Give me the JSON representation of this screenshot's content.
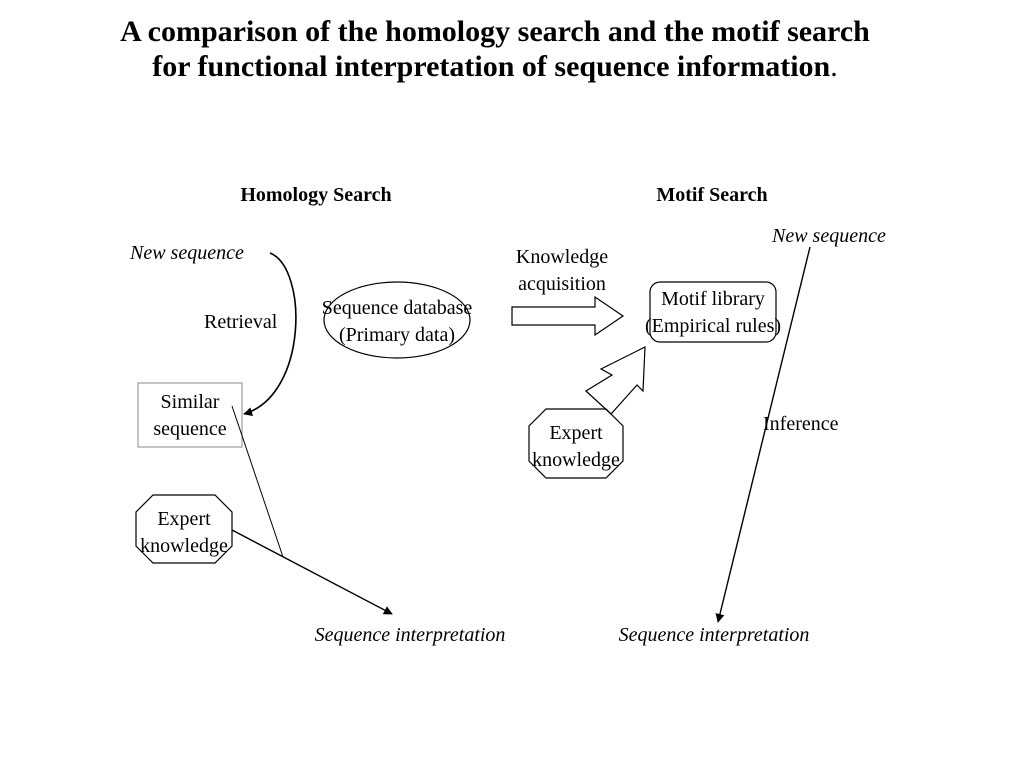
{
  "title": {
    "line1": "A comparison of the homology search and the motif search",
    "line2": "for functional interpretation of sequence information",
    "period": "."
  },
  "homology": {
    "heading": "Homology Search",
    "new_sequence": "New sequence",
    "retrieval": "Retrieval",
    "database_line1": "Sequence database",
    "database_line2": "(Primary data)",
    "similar_line1": "Similar",
    "similar_line2": "sequence",
    "expert_line1": "Expert",
    "expert_line2": "knowledge",
    "interpretation": "Sequence interpretation"
  },
  "motif": {
    "heading": "Motif Search",
    "new_sequence": "New sequence",
    "acquisition_line1": "Knowledge",
    "acquisition_line2": "acquisition",
    "library_line1": "Motif library",
    "library_line2": "(Empirical rules)",
    "expert_line1": "Expert",
    "expert_line2": "knowledge",
    "inference": "Inference",
    "interpretation": "Sequence interpretation"
  }
}
